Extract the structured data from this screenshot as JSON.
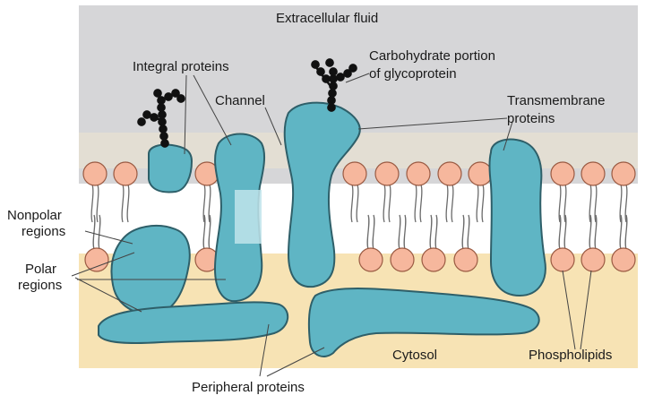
{
  "labels": {
    "extracellular_fluid": "Extracellular fluid",
    "integral_proteins": "Integral proteins",
    "carbohydrate_line1": "Carbohydrate portion",
    "carbohydrate_line2": "of glycoprotein",
    "channel": "Channel",
    "transmembrane_line1": "Transmembrane",
    "transmembrane_line2": "proteins",
    "nonpolar_line1": "Nonpolar",
    "nonpolar_line2": "regions",
    "polar_line1": "Polar",
    "polar_line2": "regions",
    "cytosol": "Cytosol",
    "phospholipids": "Phospholipids",
    "peripheral_proteins": "Peripheral proteins"
  },
  "colors": {
    "extracellular": "#d6d6d8",
    "cytosol": "#f7e3b4",
    "protein": "#5fb5c4",
    "protein_outline": "#2e5f69",
    "phospholipid_head": "#f6b79d",
    "carbohydrate": "#111111"
  }
}
